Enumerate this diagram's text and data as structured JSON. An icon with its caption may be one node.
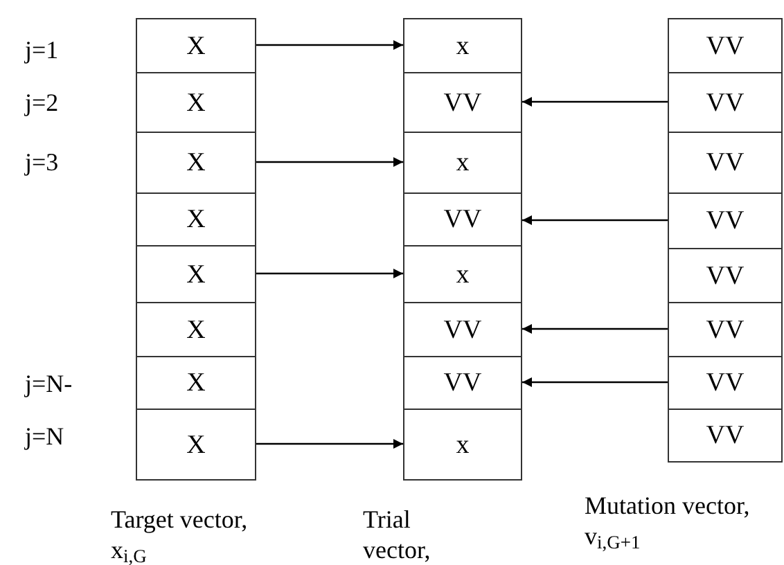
{
  "diagram": {
    "nodes": [
      {
        "text": [
          "X"
        ]
      },
      {
        "text": [
          "X"
        ]
      },
      {
        "text": [
          "X"
        ]
      },
      {
        "text": [
          "X"
        ]
      },
      {
        "text": [
          "X"
        ]
      },
      {
        "text": [
          "X"
        ]
      },
      {
        "text": [
          "X"
        ]
      },
      {
        "text": [
          "X"
        ]
      },
      {
        "text": [
          "x"
        ]
      },
      {
        "text": [
          "VV"
        ]
      },
      {
        "text": [
          "x"
        ]
      },
      {
        "text": [
          "VV"
        ]
      },
      {
        "text": [
          "x"
        ]
      },
      {
        "text": [
          "VV"
        ]
      },
      {
        "text": [
          "VV"
        ]
      },
      {
        "text": [
          "x"
        ]
      },
      {
        "text": [
          "VV"
        ]
      },
      {
        "text": [
          "VV"
        ]
      },
      {
        "text": [
          "VV"
        ]
      },
      {
        "text": [
          "VV"
        ]
      },
      {
        "text": [
          "VV"
        ]
      },
      {
        "text": [
          "VV"
        ]
      },
      {
        "text": [
          "VV"
        ]
      },
      {
        "text": [
          "VV"
        ]
      }
    ],
    "edges": [
      {
        "from": 0,
        "to": 8,
        "arrow": "to"
      },
      {
        "from": 17,
        "to": 9,
        "arrow": "to"
      },
      {
        "from": 2,
        "to": 10,
        "arrow": "to"
      },
      {
        "from": 19,
        "to": 11,
        "arrow": "to"
      },
      {
        "from": 4,
        "to": 12,
        "arrow": "to"
      },
      {
        "from": 21,
        "to": 13,
        "arrow": "to"
      },
      {
        "from": 22,
        "to": 14,
        "arrow": "to"
      },
      {
        "from": 7,
        "to": 15,
        "arrow": "to"
      }
    ],
    "labels": [
      "j=1",
      "j=2",
      "j=3",
      "j=N-",
      "j=N",
      "Target vector, x$_{i,G}$",
      "Trial vector,",
      "Mutation vector, v$_{i,G+1}$"
    ]
  }
}
